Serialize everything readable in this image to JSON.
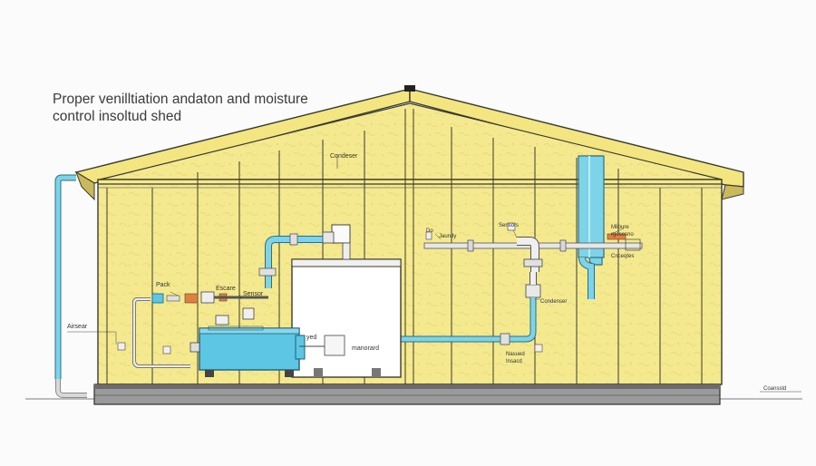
{
  "title": {
    "line1": "Proper venilltiation andaton and moisture",
    "line2": "control insoltud shed"
  },
  "labels": {
    "condenser": "Condeser",
    "dehumidifier_top": "Do",
    "dehumidifier_top2": "Jaundy",
    "sensor": "Sensors",
    "moisture_top": "Mlioure",
    "moisture_mid": "rgecesno",
    "moisture_bot": "Cnceqtes",
    "pack": "Pack",
    "escape": "Escare",
    "sensor_small": "Sensor",
    "air_sensor": "Airsear",
    "condenser_lower": "Condenser",
    "yed": "yed",
    "manorard": "manorard",
    "remand_top": "Nasued",
    "remand_bot": "Insacd",
    "ground": "Coansstd"
  },
  "colors": {
    "insulation": "#f4e98e",
    "roof": "#f3e681",
    "pipe": "#7ed3e8",
    "pipe_outline": "#2a6f86",
    "tank": "#5cc6e4",
    "outline": "#3a3a32",
    "foundation": "#6b6b6b"
  }
}
